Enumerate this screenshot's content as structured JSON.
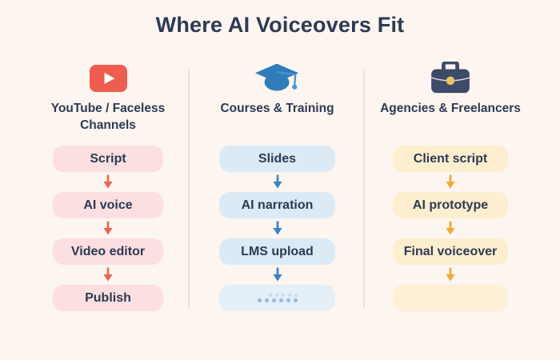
{
  "title": "Where AI Voiceovers Fit",
  "columns": [
    {
      "header": "YouTube / Faceless Channels",
      "icon": "youtube-play-icon",
      "steps": [
        "Script",
        "AI voice",
        "Video editor",
        "Publish"
      ],
      "theme": {
        "box_bg": "#fbdfe1",
        "arrow": "#e96852",
        "icon_color": "#ee5d4f"
      }
    },
    {
      "header": "Courses & Training",
      "icon": "graduation-cap-icon",
      "steps": [
        "Slides",
        "AI narration",
        "LMS upload"
      ],
      "fourth_box": "dots-placeholder",
      "theme": {
        "box_bg": "#dceaf6",
        "arrow": "#3c82c4",
        "icon_color": "#2e7cb8"
      }
    },
    {
      "header": "Agencies & Freelancers",
      "icon": "briefcase-icon",
      "steps": [
        "Client script",
        "AI prototype",
        "Final voiceover"
      ],
      "fourth_box": "empty-placeholder",
      "theme": {
        "box_bg": "#fdeecf",
        "arrow": "#f0a936",
        "icon_color": "#3d4a68",
        "clasp": "#ecc464"
      }
    }
  ],
  "colors": {
    "background": "#fcf5f0",
    "text": "#2d3a53",
    "divider": "#e9e3df"
  }
}
